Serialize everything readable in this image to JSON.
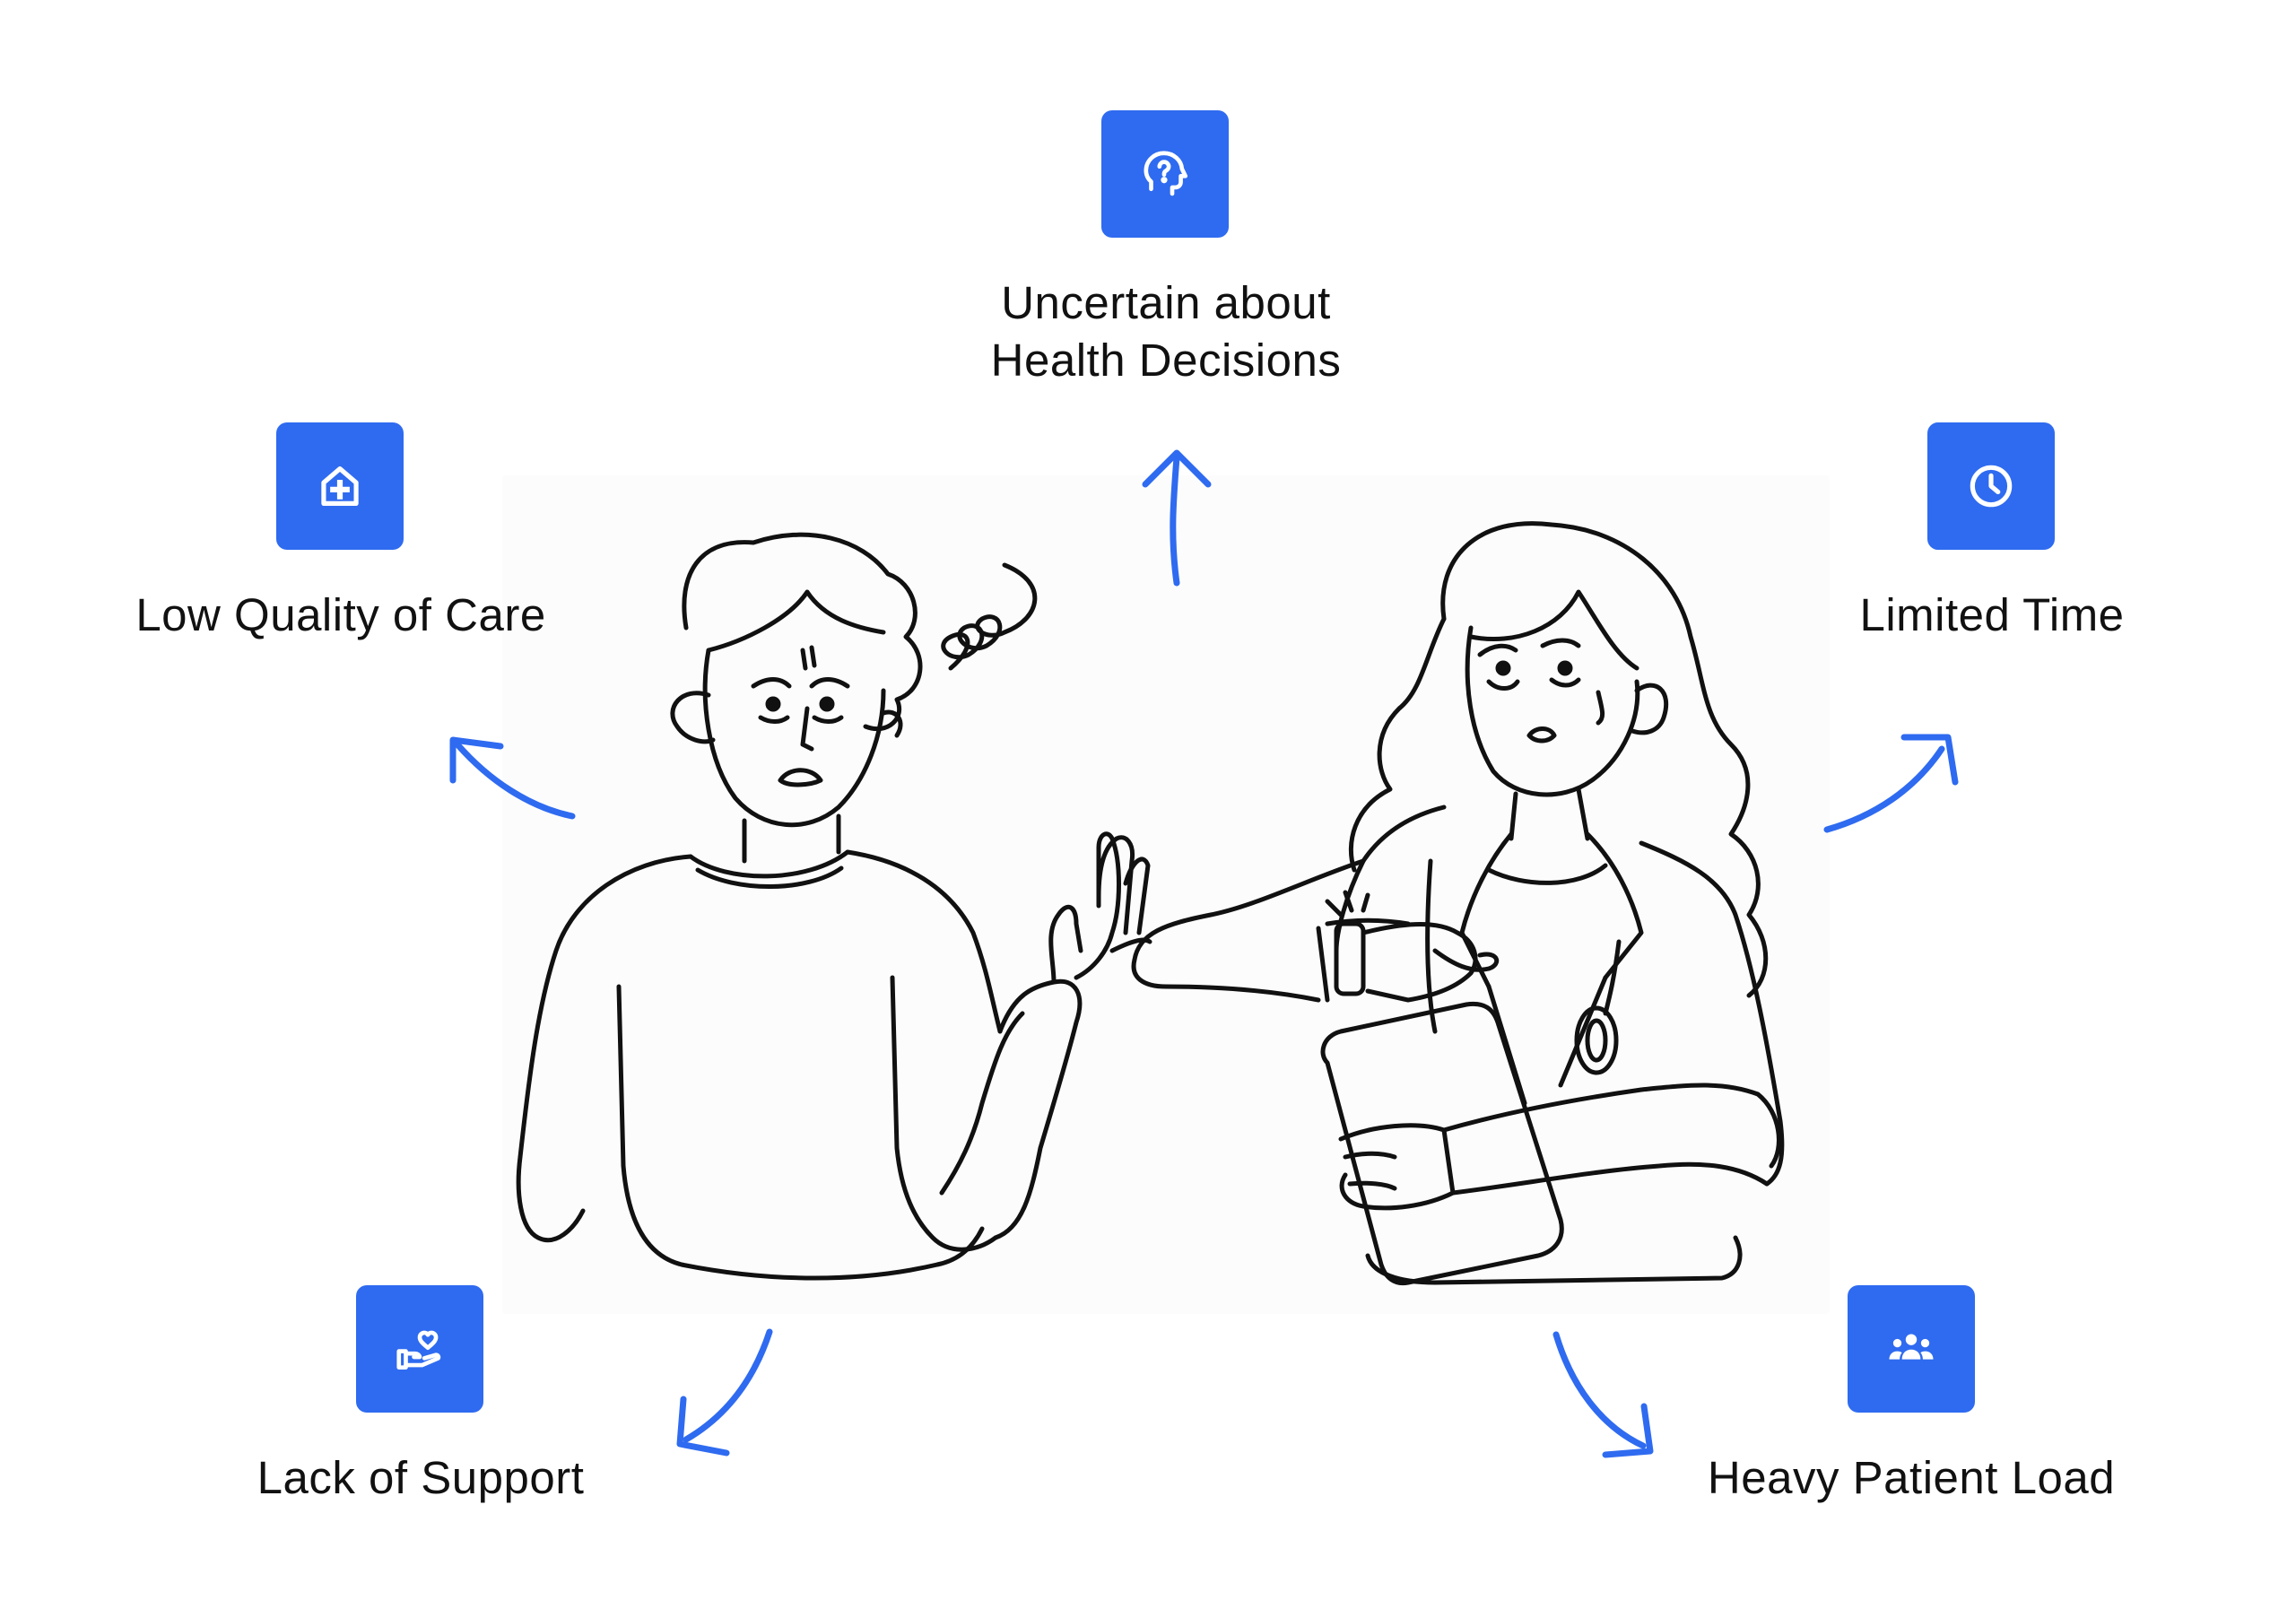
{
  "accent_color": "#2f6bf0",
  "items": {
    "uncertain": {
      "label_line1": "Uncertain about",
      "label_line2": "Health Decisions",
      "icon": "head-question-icon"
    },
    "low_quality": {
      "label": "Low Quality of Care",
      "icon": "hospital-icon"
    },
    "limited_time": {
      "label": "Limited Time",
      "icon": "clock-icon"
    },
    "lack_support": {
      "label": "Lack of Support",
      "icon": "hand-heart-icon"
    },
    "heavy_load": {
      "label": "Heavy Patient Load",
      "icon": "people-group-icon"
    }
  }
}
